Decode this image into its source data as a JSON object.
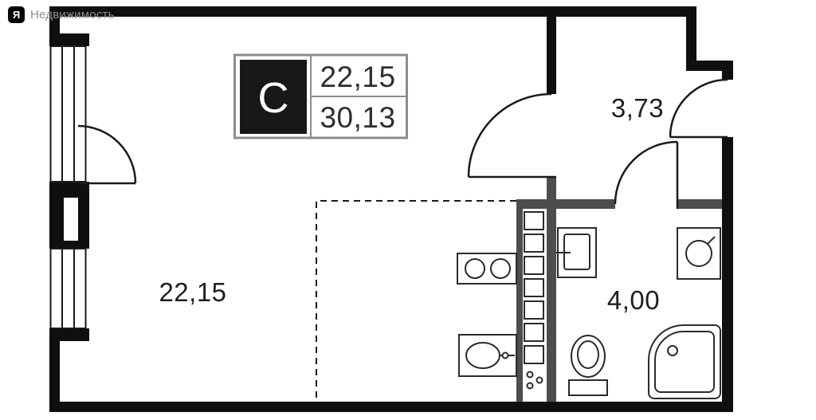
{
  "logo": {
    "letter": "Я",
    "brand": "Недвижимость"
  },
  "info_box": {
    "type_letter": "С",
    "area_living": "22,15",
    "area_total": "30,13"
  },
  "rooms": {
    "main_area": "22,15",
    "hall_area": "3,73",
    "bath_area": "4,00"
  },
  "colors": {
    "wall": "#0f0f0f",
    "partition": "#4d4d4d",
    "box_border": "#8c8c8c",
    "label_text": "#1f1f1f",
    "brand_gray": "#8f8f8f"
  }
}
